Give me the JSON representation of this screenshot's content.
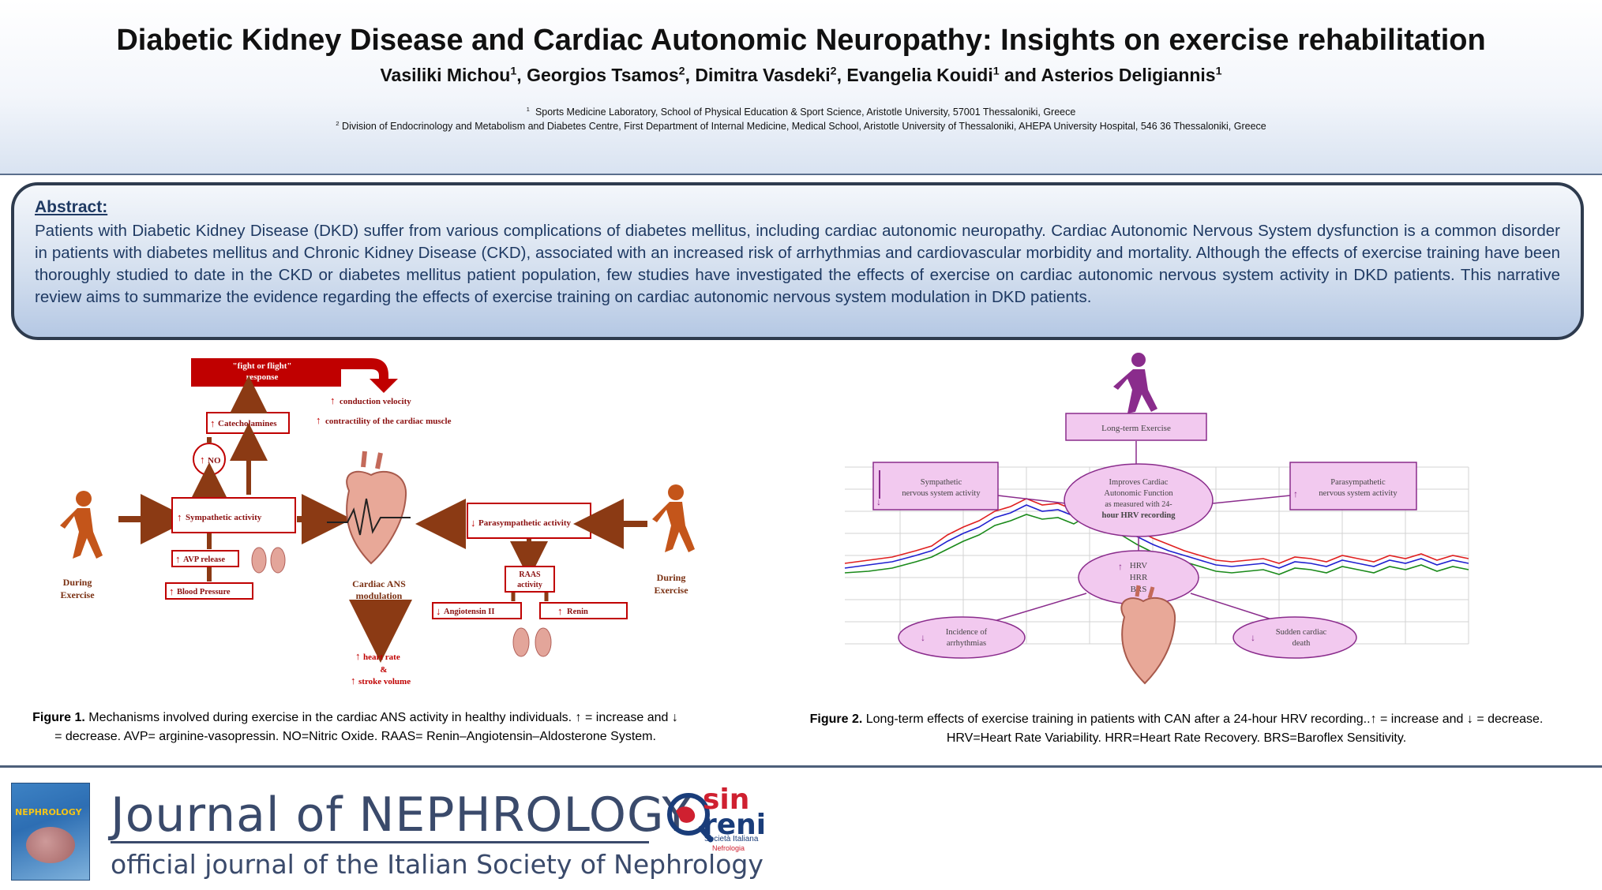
{
  "poster": {
    "title": "Diabetic Kidney Disease and Cardiac Autonomic Neuropathy: Insights on exercise rehabilitation",
    "authors": [
      {
        "name": "Vasiliki Michou",
        "aff": "1",
        "sep": ", "
      },
      {
        "name": "Georgios Tsamos",
        "aff": "2",
        "sep": ", "
      },
      {
        "name": "Dimitra Vasdeki",
        "aff": "2",
        "sep": ", "
      },
      {
        "name": "Evangelia Kouidi",
        "aff": "1",
        "sep": " and "
      },
      {
        "name": "Asterios Deligiannis",
        "aff": "1",
        "sep": ""
      }
    ],
    "affiliations": [
      {
        "num": "1",
        "text": "Sports Medicine Laboratory, School of Physical Education & Sport Science, Aristotle University, 57001 Thessaloniki, Greece"
      },
      {
        "num": "2",
        "text": "Division of Endocrinology and Metabolism and Diabetes Centre, First Department of Internal Medicine, Medical School, Aristotle University of Thessaloniki, AHEPA University Hospital, 546 36 Thessaloniki, Greece"
      }
    ]
  },
  "abstract": {
    "heading": "Abstract:",
    "text": "Patients with Diabetic Kidney Disease (DKD) suffer from various complications of diabetes mellitus, including cardiac autonomic neuropathy. Cardiac Autonomic Nervous System dysfunction is a common disorder in patients with diabetes mellitus and Chronic Kidney Disease (CKD), associated with an increased risk of arrhythmias and cardiovascular morbidity and mortality. Although the effects of exercise training have been thoroughly studied to date in the CKD or diabetes mellitus patient population, few studies have investigated the effects of exercise on cardiac autonomic nervous system activity in DKD patients. This narrative review aims to summarize the evidence regarding the effects of exercise training on cardiac autonomic nervous system modulation in DKD patients."
  },
  "figure1": {
    "fight_line1": "\"fight or flight\"",
    "fight_line2": "response",
    "conduction": "conduction velocity",
    "contractility": "contractility of the cardiac muscle",
    "catecholamines": "Catecholamines",
    "no": "NO",
    "sympathetic": "Sympathetic activity",
    "avp": "AVP release",
    "bp": "Blood Pressure",
    "parasympathetic": "Parasympathetic activity",
    "raas_line1": "RAAS",
    "raas_line2": "activity",
    "angiotensin": "Angiotensin II",
    "renin": "Renin",
    "cardiac_line1": "Cardiac ANS",
    "cardiac_line2": "modulation",
    "hr_line1": "heart rate",
    "hr_line2": "&",
    "hr_line3": "stroke volume",
    "during_left_1": "During",
    "during_left_2": "Exercise",
    "during_right_1": "During",
    "during_right_2": "Exercise",
    "up_arrow": "↑",
    "down_arrow": "↓",
    "caption_label": "Figure 1.",
    "caption_text": " Mechanisms involved during exercise in the cardiac ANS activity in healthy individuals. ↑ = increase and ↓ = decrease. AVP= arginine-vasopressin.  NO=Nitric Oxide. RAAS= Renin–Angiotensin–Aldosterone System."
  },
  "figure2": {
    "long_term": "Long-term Exercise",
    "symp_line1": "Sympathetic",
    "symp_line2": "nervous system activity",
    "para_line1": "Parasympathetic",
    "para_line2": "nervous system activity",
    "improves_line1": "Improves Cardiac",
    "improves_line2": "Autonomic Function",
    "improves_line3": "as measured with 24-",
    "improves_line4": "hour HRV recording",
    "hrv": "HRV",
    "hrr": "HRR",
    "brs": "BRS",
    "inc_line1": "Incidence of",
    "inc_line2": "arrhythmias",
    "scd_line1": "Sudden cardiac",
    "scd_line2": "death",
    "up_arrow": "↑",
    "down_arrow": "↓",
    "caption_label": "Figure 2.",
    "caption_text": " Long-term effects of exercise training in patients with CAN after a 24-hour HRV recording..↑ = increase and ↓ = decrease. HRV=Heart Rate Variability. HRR=Heart Rate Recovery. BRS=Baroflex Sensitivity."
  },
  "footer": {
    "cover_title": "NEPHROLOGY",
    "journal_name": "Journal of NEPHROLOGY",
    "journal_sub": "official journal of the Italian Society of Nephrology",
    "logo_main_1": "sin",
    "logo_main_2": "reni",
    "logo_sub_1": "Società Italiana",
    "logo_sub_2": "Nefrologia"
  },
  "colors": {
    "title_blue": "#1f3a63",
    "diagram_red": "#c00000",
    "arrow_brown": "#8b3a14",
    "box_pink": "#f2c9ef",
    "box_purple": "#8a2c8c"
  }
}
